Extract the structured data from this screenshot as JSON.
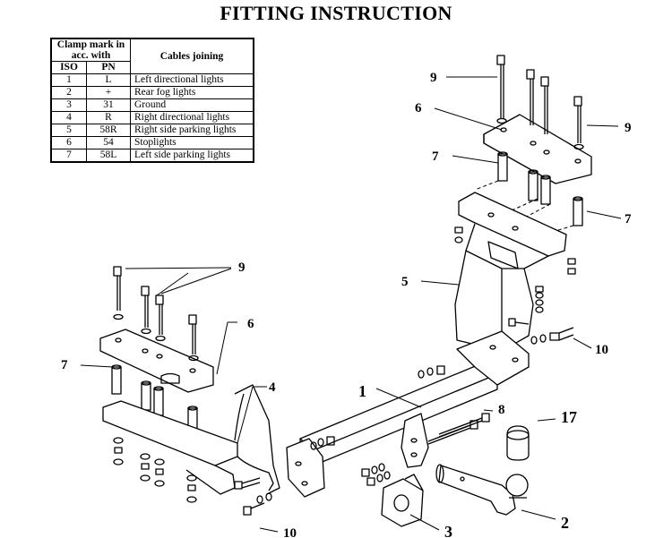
{
  "title": "FITTING INSTRUCTION",
  "table": {
    "header_clamp": "Clamp mark in acc. with",
    "header_cables": "Cables joining",
    "col_iso": "ISO",
    "col_pn": "PN",
    "rows": [
      {
        "iso": "1",
        "pn": "L",
        "desc": "Left directional lights"
      },
      {
        "iso": "2",
        "pn": "+",
        "desc": "Rear fog lights"
      },
      {
        "iso": "3",
        "pn": "31",
        "desc": "Ground"
      },
      {
        "iso": "4",
        "pn": "R",
        "desc": "Right directional lights"
      },
      {
        "iso": "5",
        "pn": "58R",
        "desc": "Right side parking lights"
      },
      {
        "iso": "6",
        "pn": "54",
        "desc": "Stoplights"
      },
      {
        "iso": "7",
        "pn": "58L",
        "desc": "Left side parking lights"
      }
    ]
  },
  "callouts": {
    "c1": "1",
    "c2": "2",
    "c3": "3",
    "c4": "4",
    "c5": "5",
    "c6a": "6",
    "c6b": "6",
    "c7a": "7",
    "c7b": "7",
    "c7c": "7",
    "c8": "8",
    "c9a": "9",
    "c9b": "9",
    "c9c": "9",
    "c10a": "10",
    "c10b": "10",
    "c17": "17"
  }
}
